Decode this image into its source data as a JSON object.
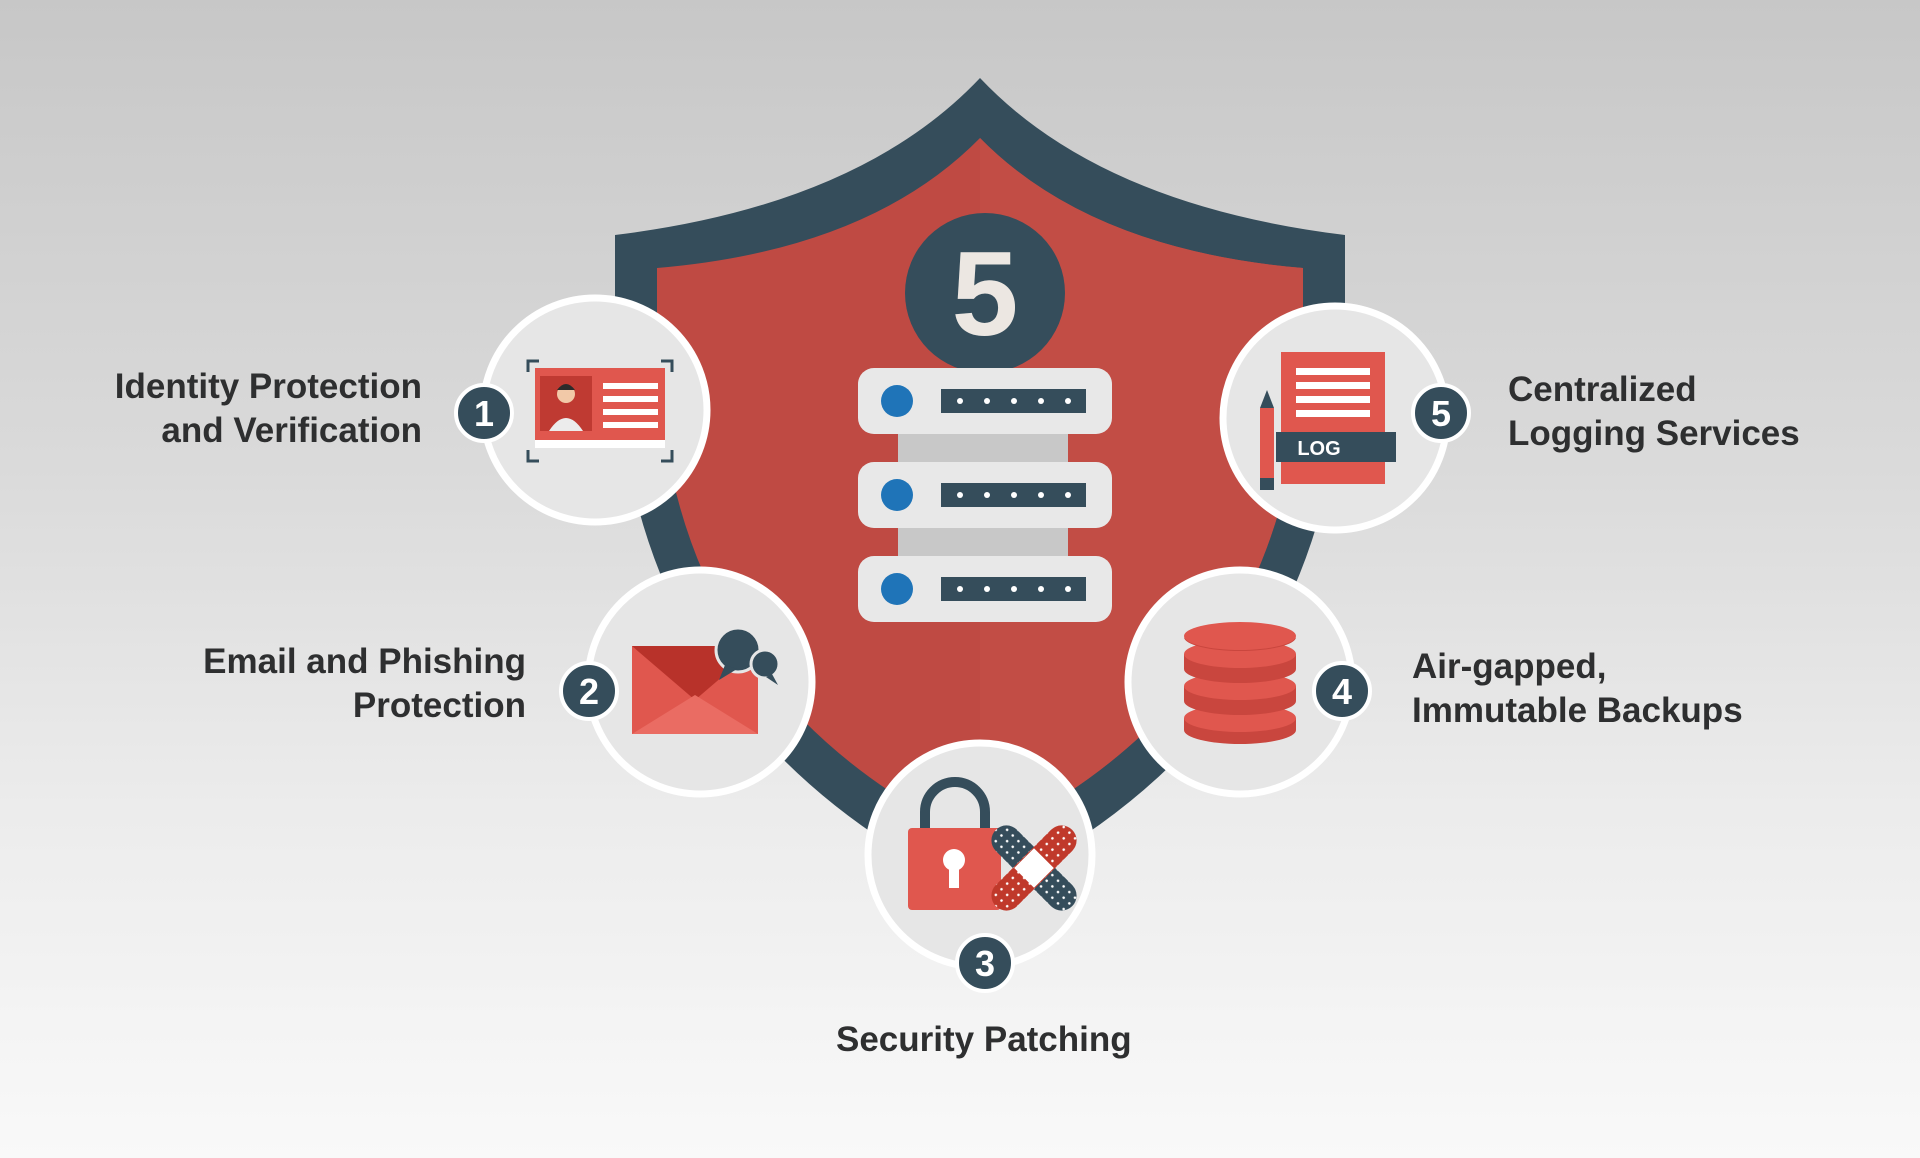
{
  "shield": {
    "big_number": "5",
    "colors": {
      "outline": "#354d5b",
      "fill": "#bf4a43",
      "fill_right": "#c24d45"
    }
  },
  "steps": [
    {
      "number": "1",
      "label_lines": [
        "Identity Protection",
        "and Verification"
      ],
      "icon": "id-card-icon"
    },
    {
      "number": "2",
      "label_lines": [
        "Email and Phishing",
        "Protection"
      ],
      "icon": "email-chat-icon"
    },
    {
      "number": "3",
      "label_lines": [
        "Security Patching"
      ],
      "icon": "lock-bandage-icon"
    },
    {
      "number": "4",
      "label_lines": [
        "Air-gapped,",
        "Immutable Backups"
      ],
      "icon": "database-icon"
    },
    {
      "number": "5",
      "label_lines": [
        "Centralized",
        "Logging Services"
      ],
      "icon": "log-book-icon"
    }
  ],
  "log_icon_text": "LOG",
  "server_icon": "server-rack-icon",
  "colors": {
    "dark_navy": "#354d5b",
    "coral": "#e0574e",
    "red": "#c0392b",
    "light_circle": "#e6e6e6",
    "server_body": "#e8e8e8",
    "server_dot": "#1f74b8"
  }
}
